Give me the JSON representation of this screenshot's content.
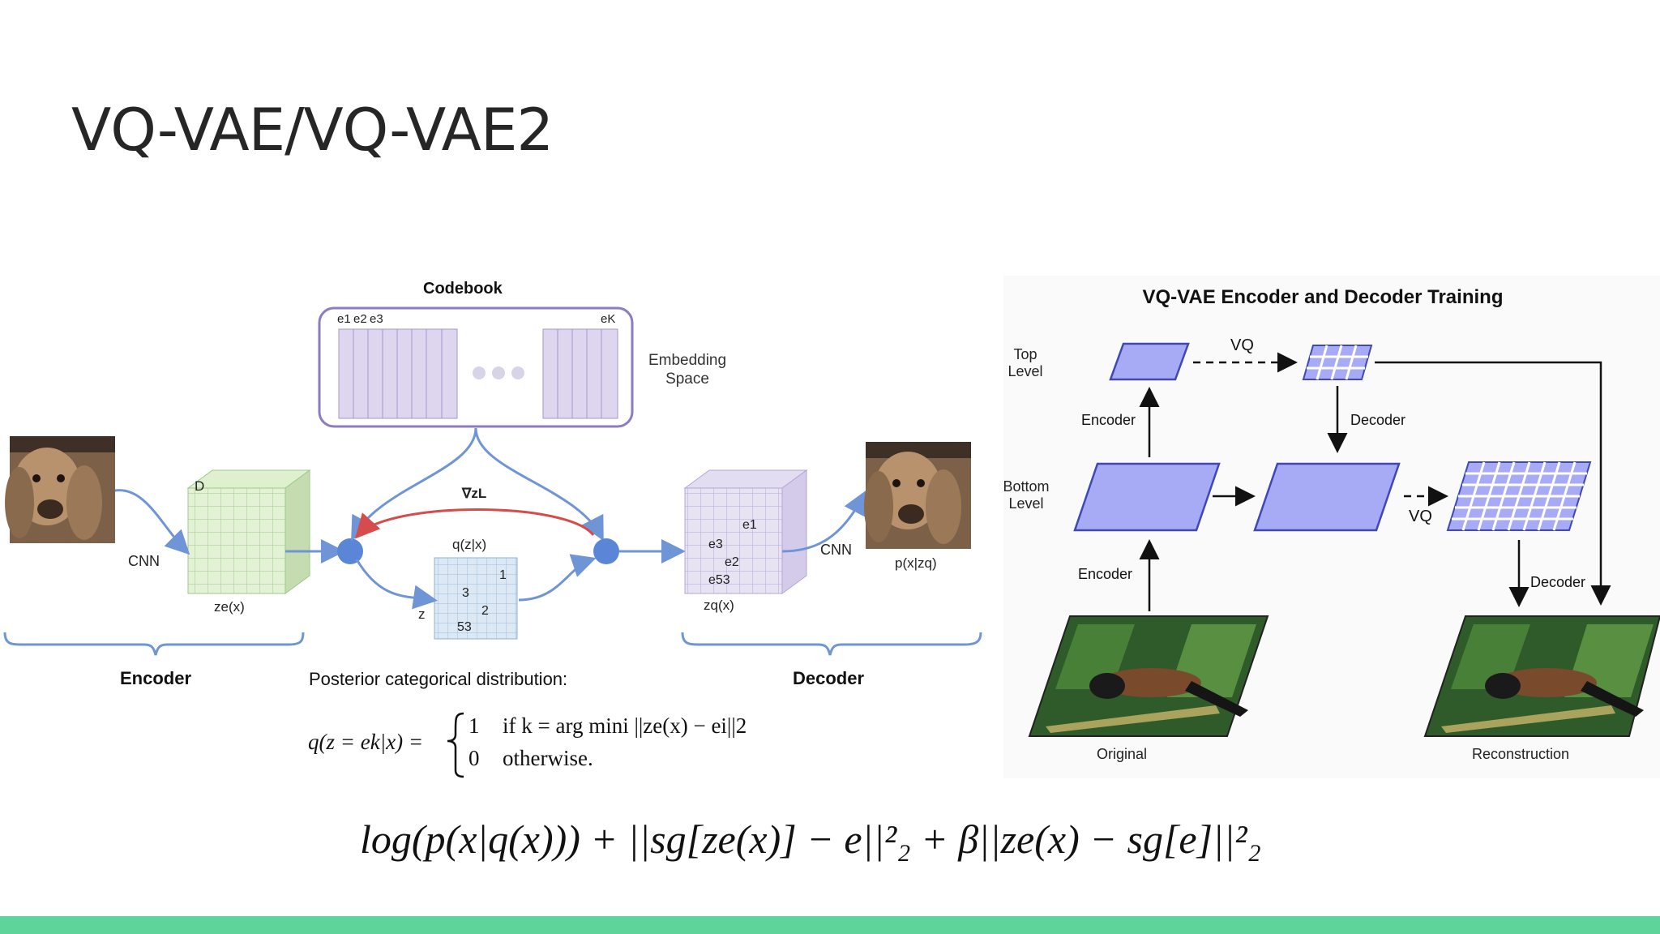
{
  "slide": {
    "title": "VQ-VAE/VQ-VAE2",
    "accent_color": "#5fd49a"
  },
  "left_diagram": {
    "codebook_title": "Codebook",
    "codebook_labels": [
      "e1",
      "e2",
      "e3",
      "eK"
    ],
    "embedding_space": [
      "Embedding",
      "Space"
    ],
    "grad_label": "∇zL",
    "posterior_label": "q(z|x)",
    "grid_values": [
      "1",
      "3",
      "2",
      "53"
    ],
    "z_label": "z",
    "encoder_cube_label": "D",
    "ze_label": "ze(x)",
    "zq_label": "zq(x)",
    "decoder_cube_values": [
      "e1",
      "e3",
      "e2",
      "e53"
    ],
    "cnn_left": "CNN",
    "cnn_right": "CNN",
    "output_label": "p(x|zq)",
    "encoder_label": "Encoder",
    "decoder_label": "Decoder",
    "posterior_caption": "Posterior categorical distribution:",
    "equation": {
      "lhs": "q(z = ek|x) =",
      "case1_value": "1",
      "case1_cond": "if k = arg mini ||ze(x) − ei||2",
      "case2_value": "0",
      "case2_cond": "otherwise."
    }
  },
  "right_diagram": {
    "title": "VQ-VAE Encoder and Decoder Training",
    "top_level": [
      "Top",
      "Level"
    ],
    "bottom_level": [
      "Bottom",
      "Level"
    ],
    "vq_top": "VQ",
    "vq_bottom": "VQ",
    "encoder_top": "Encoder",
    "encoder_bottom": "Encoder",
    "decoder_top": "Decoder",
    "decoder_bottom": "Decoder",
    "original_caption": "Original",
    "reconstruction_caption": "Reconstruction"
  },
  "loss_formula": "log(p(x|q(x))) + ||sg[ze(x)] − e||²₂ + β||ze(x) − sg[e]||²₂"
}
